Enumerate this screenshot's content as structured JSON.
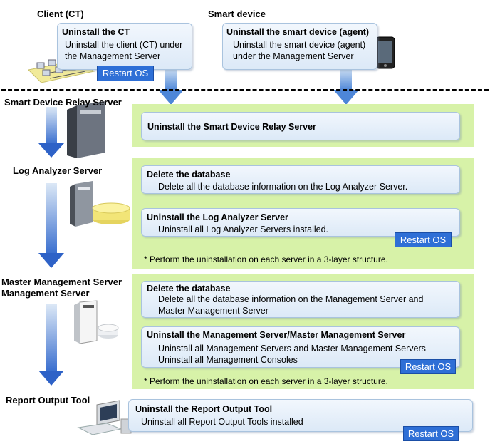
{
  "client": {
    "label": "Client (CT)",
    "title": "Uninstall the CT",
    "line1": "Uninstall the client (CT)  under",
    "line2": "the Management Server",
    "restart": "Restart OS"
  },
  "smart": {
    "label": "Smart device",
    "title": "Uninstall the smart device (agent)",
    "line1": "Uninstall the smart device (agent)",
    "line2": "under the Management Server"
  },
  "relay": {
    "label": "Smart Device  Relay  Server",
    "title": "Uninstall the Smart Device Relay Server"
  },
  "log": {
    "label": "Log Analyzer Server",
    "del_title": "Delete the database",
    "del_line": "Delete all the database information on the Log Analyzer Server.",
    "un_title": "Uninstall the Log Analyzer Server",
    "un_line": "Uninstall all Log Analyzer Servers installed.",
    "restart": "Restart OS",
    "note": "* Perform the uninstallation on each server in a 3-layer structure."
  },
  "mgmt": {
    "label1": "Master Management  Server",
    "label2": "Management Server",
    "del_title": "Delete the database",
    "del_line1": "Delete all the database information on the Management Server and",
    "del_line2": "Master Management Server",
    "un_title": "Uninstall the Management Server/Master  Management  Server",
    "un_line1": "Uninstall all Management Servers and Master Management Servers",
    "un_line2": "Uninstall all Management Consoles",
    "restart": "Restart OS",
    "note": "* Perform the uninstallation on each server in a 3-layer structure."
  },
  "report": {
    "label": "Report Output Tool",
    "title": "Uninstall the Report Output Tool",
    "line": "Uninstall all Report Output Tools installed",
    "restart": "Restart OS"
  }
}
